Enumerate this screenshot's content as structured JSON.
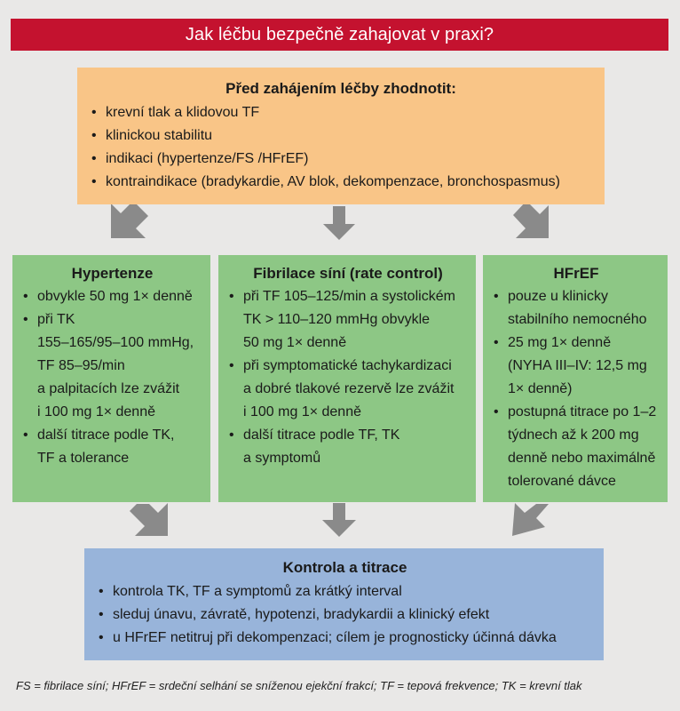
{
  "title": "Jak léčbu bezpečně zahajovat v praxi?",
  "top": {
    "heading": "Před zahájením léčby zhodnotit:",
    "items": [
      "krevní tlak a klidovou TF",
      "klinickou stabilitu",
      "indikaci (hypertenze/FS /HFrEF)",
      "kontraindikace (bradykardie, AV blok, dekompenzace, bronchospasmus)"
    ]
  },
  "columns": [
    {
      "heading": "Hypertenze",
      "items": [
        [
          "obvykle 50 mg 1× denně"
        ],
        [
          "při TK",
          "155–165/95–100 mmHg,",
          "TF 85–95/min",
          "a palpitacích lze zvážit",
          "i 100 mg 1× denně"
        ],
        [
          "další titrace podle TK,",
          "TF a tolerance"
        ]
      ]
    },
    {
      "heading": "Fibrilace síní (rate control)",
      "items": [
        [
          "při TF 105–125/min a systolickém",
          "TK > 110–120 mmHg obvykle",
          "50 mg 1× denně"
        ],
        [
          "při symptomatické tachykardizaci",
          "a dobré tlakové rezervě lze zvážit",
          "i 100 mg 1× denně"
        ],
        [
          "další titrace podle TF, TK",
          "a symptomů"
        ]
      ]
    },
    {
      "heading": "HFrEF",
      "items": [
        [
          "pouze u klinicky",
          "stabilního nemocného"
        ],
        [
          "25 mg 1× denně",
          "(NYHA III–IV: 12,5 mg",
          "1× denně)"
        ],
        [
          "postupná titrace po 1–2",
          "týdnech až k 200 mg",
          "denně nebo maximálně",
          "tolerované dávce"
        ]
      ]
    }
  ],
  "bottom": {
    "heading": "Kontrola a titrace",
    "items": [
      "kontrola TK, TF a symptomů za krátký interval",
      "sleduj únavu, závratě, hypotenzi, bradykardii a klinický efekt",
      "u HFrEF netitruj při dekompenzaci; cílem je prognosticky účinná dávka"
    ]
  },
  "footnote": "FS = fibrilace síní; HFrEF = srdeční selhání se sníženou ejekční frakcí; TF = tepová frekvence; TK = krevní tlak",
  "colors": {
    "title_bg": "#c4122f",
    "top_box": "#f9c587",
    "green_box": "#8dc785",
    "bottom_box": "#98b4da",
    "arrow": "#8a8a8a",
    "background": "#e9e8e7"
  }
}
